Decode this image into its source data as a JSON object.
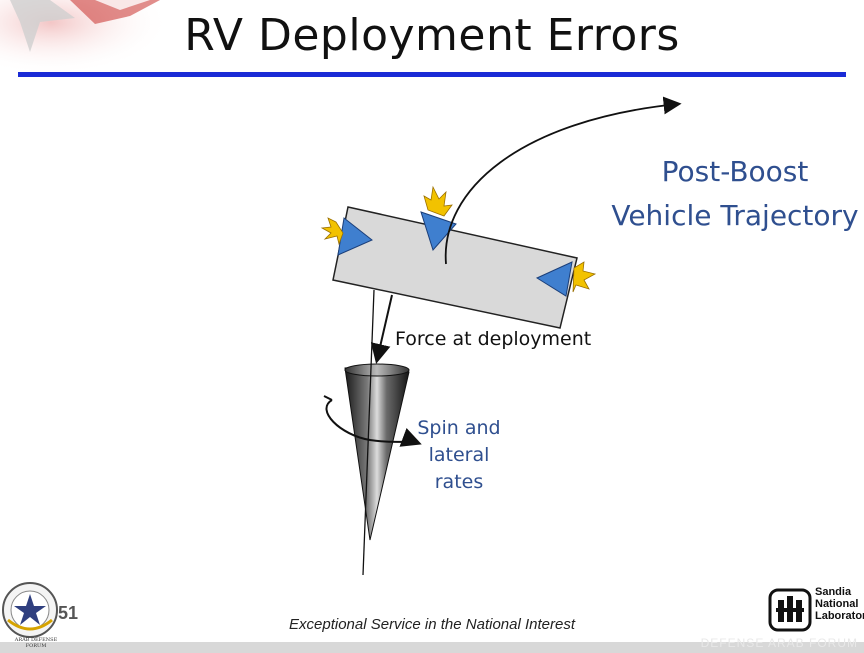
{
  "slide": {
    "title": "RV Deployment Errors",
    "footer": "Exceptional Service in the National Interest",
    "watermark": "DEFENSE ARAB FORUM"
  },
  "diagram": {
    "label_trajectory_line1": "Post-Boost",
    "label_trajectory_line2": "Vehicle Trajectory",
    "label_force": "Force at deployment",
    "label_spin_line1": "Spin and",
    "label_spin_line2": "lateral",
    "label_spin_line3": "rates"
  },
  "logos": {
    "seal_number": "51",
    "seal_text": "ARAB DEFENSE FORUM",
    "sandia_line1": "Sandia",
    "sandia_line2": "National",
    "sandia_line3": "Laboratories"
  },
  "colors": {
    "rule": "#1a2bd6",
    "accent_text": "#2f4f8f",
    "thruster": "#3f7fcf",
    "flare": "#f2c200",
    "bus": "#d9d9d9"
  },
  "icons": [
    "star-logo-icon",
    "seal-icon",
    "sandia-logo-icon",
    "thruster-icon",
    "flare-icon"
  ]
}
